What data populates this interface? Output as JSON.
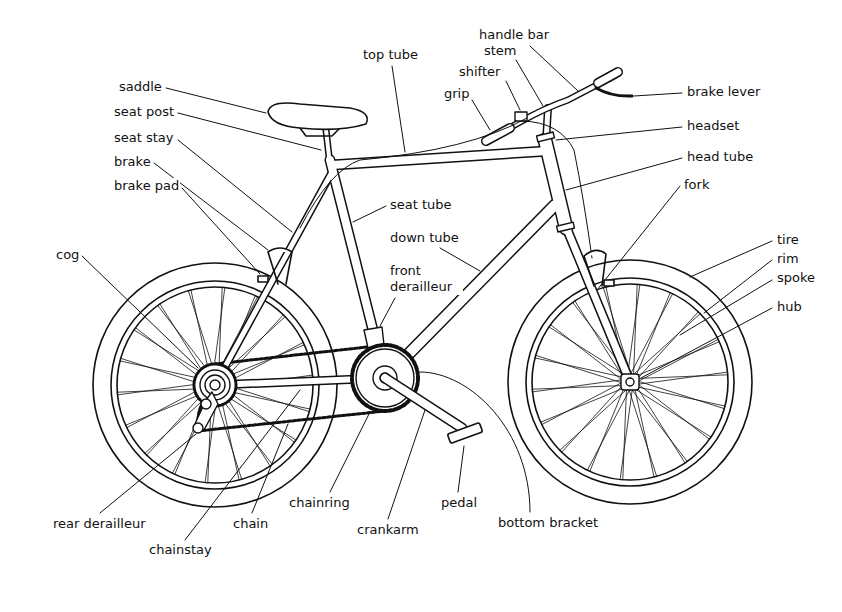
{
  "diagram": {
    "labels": [
      "handle bar",
      "top tube",
      "stem",
      "shifter",
      "saddle",
      "brake lever",
      "grip",
      "seat post",
      "headset",
      "seat stay",
      "head tube",
      "brake",
      "brake pad",
      "fork",
      "seat tube",
      "down tube",
      "tire",
      "cog",
      "rim",
      "front derailleur",
      "spoke",
      "hub",
      "pedal",
      "chainring",
      "rear derailleur",
      "chain",
      "bottom bracket",
      "crankarm",
      "chainstay"
    ]
  }
}
